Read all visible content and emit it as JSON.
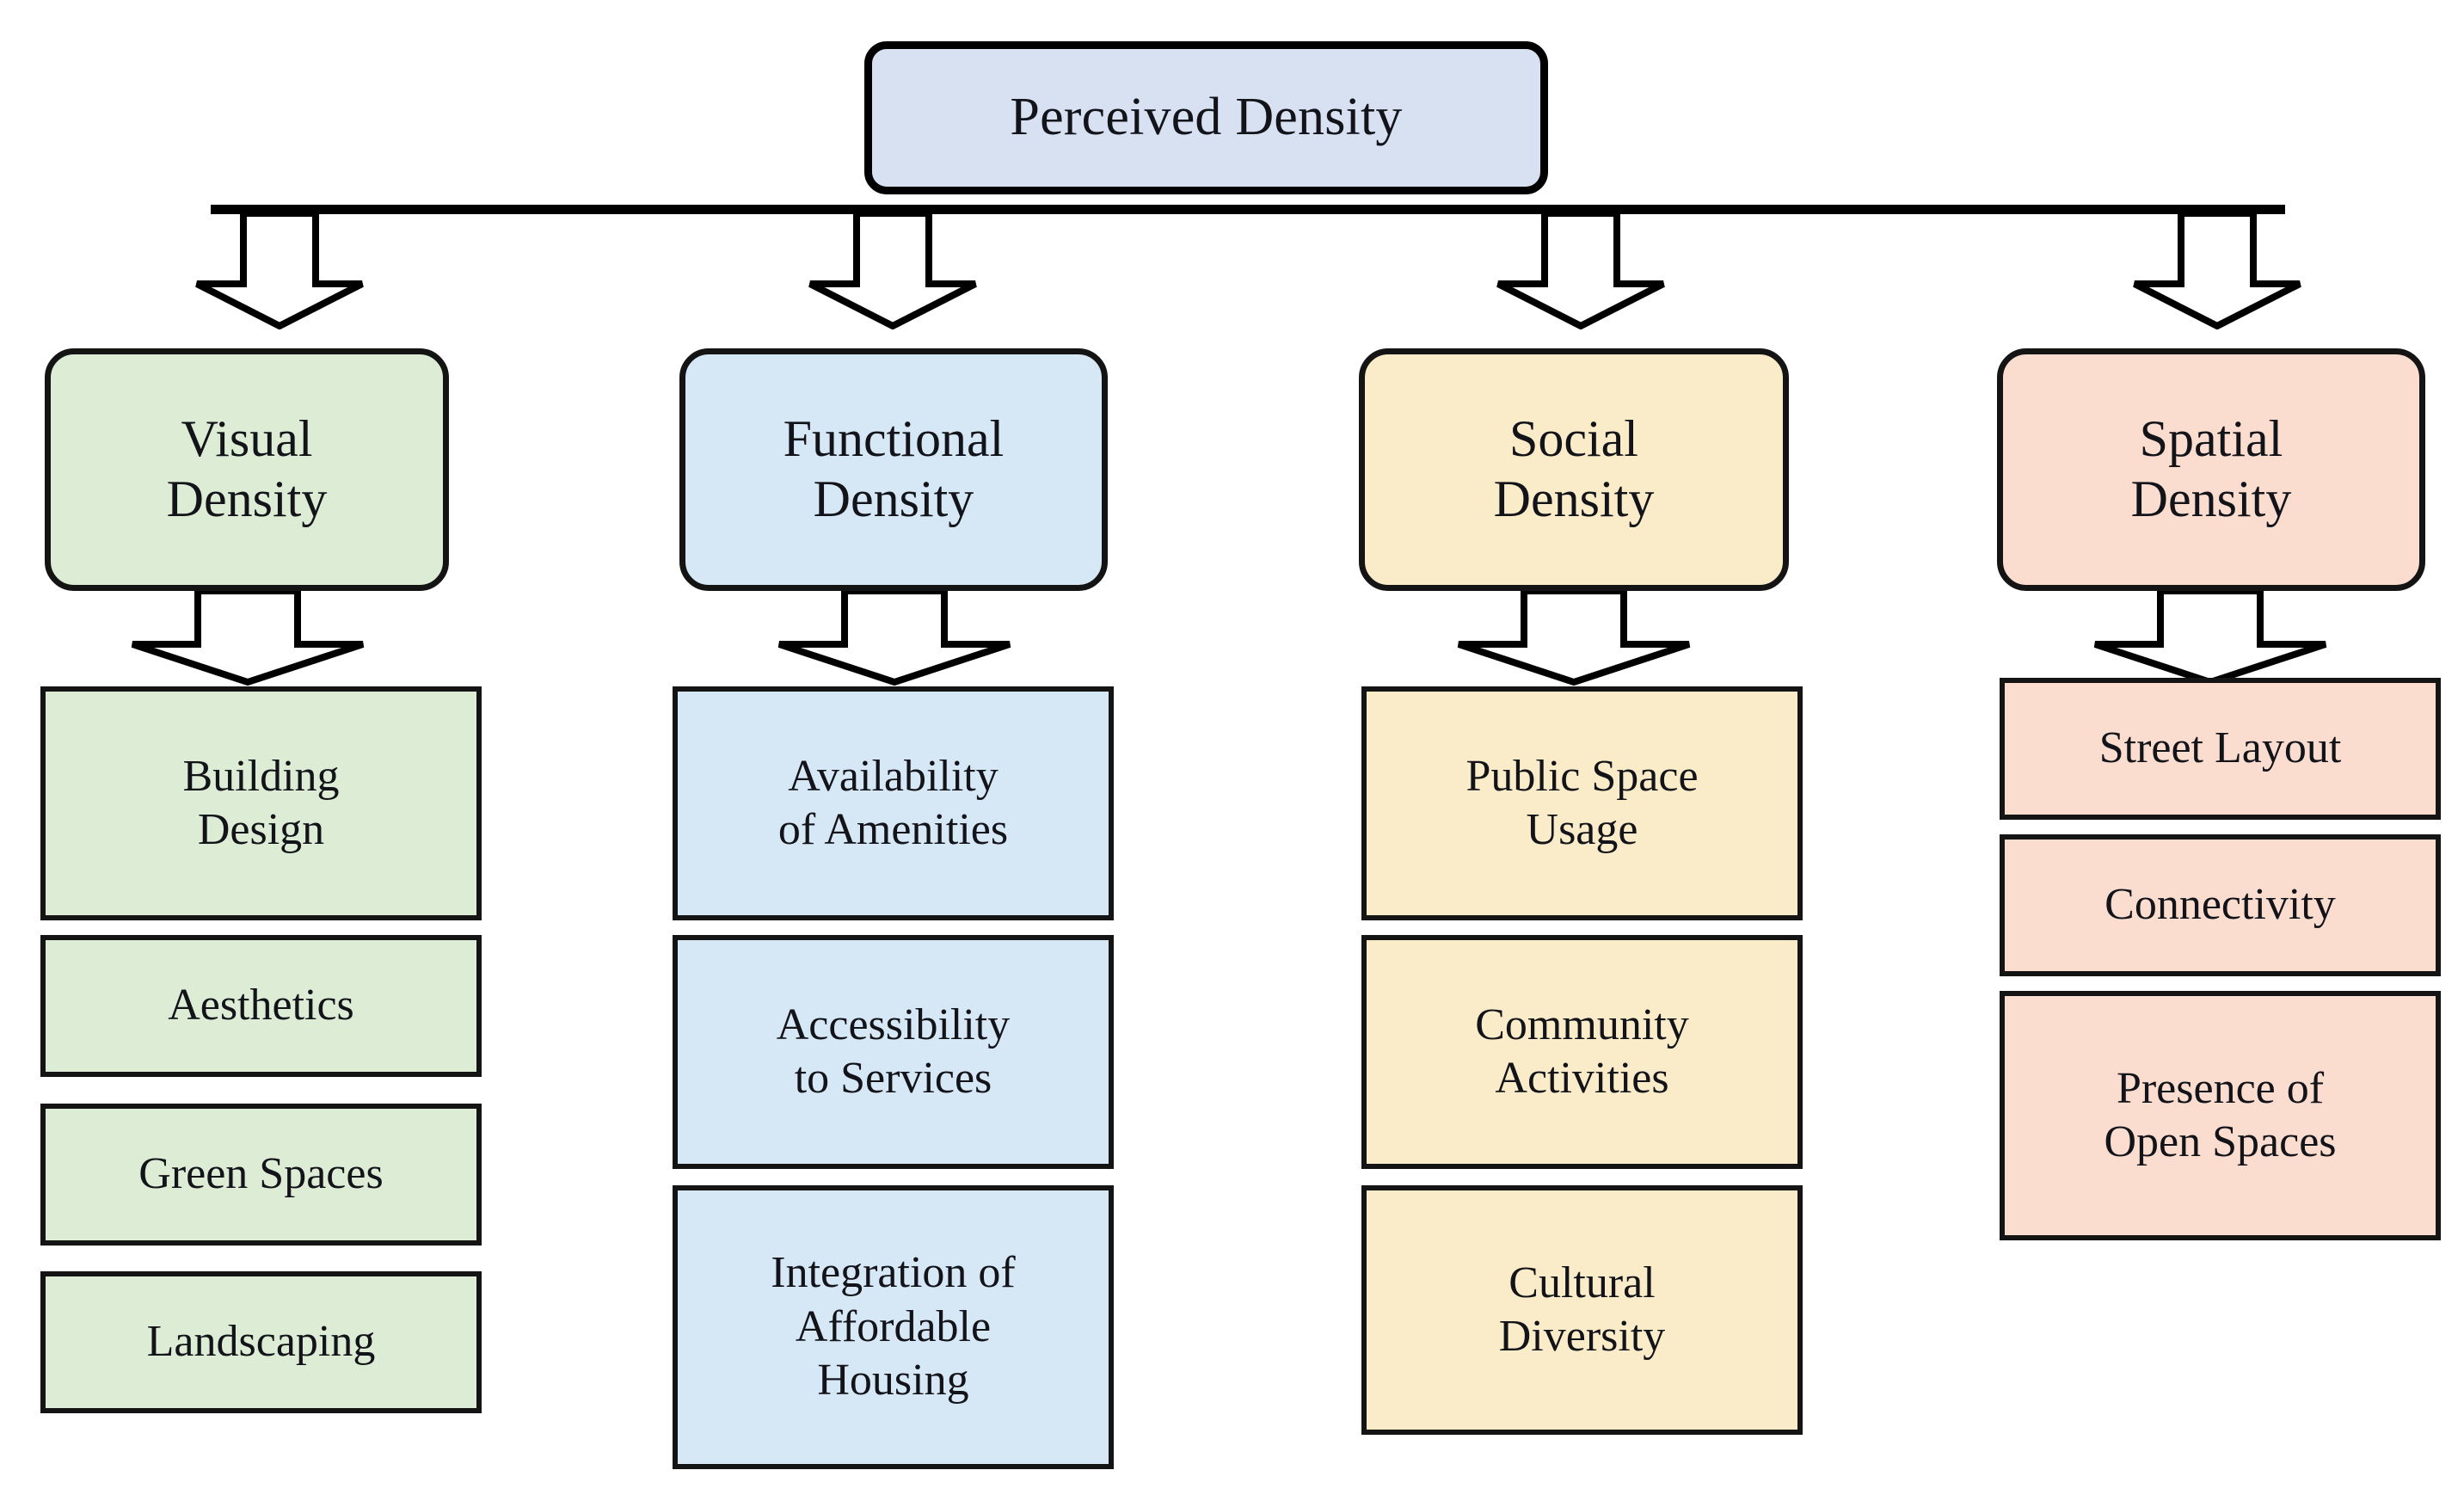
{
  "diagram": {
    "title": "Perceived Density",
    "type": "hierarchy-tree",
    "orientation": "top-down",
    "levels": 3,
    "colors": {
      "root_fill": "#d7e1f2",
      "visual_fill": "#dcecd5",
      "functional_fill": "#d6e7f5",
      "social_fill": "#faecc8",
      "spatial_fill": "#fbddd0",
      "border": "#141414",
      "arrow_fill": "#ffffff",
      "text": "#13131a",
      "background": "#ffffff"
    }
  },
  "root": {
    "label": "Perceived Density"
  },
  "branches": [
    {
      "id": "visual",
      "label": "Visual\nDensity",
      "label_flat": "Visual Density",
      "fill": "#dcecd5",
      "children": [
        {
          "label": "Building\nDesign",
          "label_flat": "Building Design"
        },
        {
          "label": "Aesthetics",
          "label_flat": "Aesthetics"
        },
        {
          "label": "Green Spaces",
          "label_flat": "Green Spaces"
        },
        {
          "label": "Landscaping",
          "label_flat": "Landscaping"
        }
      ]
    },
    {
      "id": "functional",
      "label": "Functional\nDensity",
      "label_flat": "Functional Density",
      "fill": "#d6e7f5",
      "children": [
        {
          "label": "Availability\nof Amenities",
          "label_flat": "Availability of Amenities"
        },
        {
          "label": "Accessibility\nto Services",
          "label_flat": "Accessibility to Services"
        },
        {
          "label": "Integration of\nAffordable\nHousing",
          "label_flat": "Integration of Affordable Housing"
        }
      ]
    },
    {
      "id": "social",
      "label": "Social\nDensity",
      "label_flat": "Social Density",
      "fill": "#faecc8",
      "children": [
        {
          "label": "Public Space\nUsage",
          "label_flat": "Public Space Usage"
        },
        {
          "label": "Community\nActivities",
          "label_flat": "Community Activities"
        },
        {
          "label": "Cultural\nDiversity",
          "label_flat": "Cultural Diversity"
        }
      ]
    },
    {
      "id": "spatial",
      "label": "Spatial\nDensity",
      "label_flat": "Spatial Density",
      "fill": "#fbddd0",
      "children": [
        {
          "label": "Street Layout",
          "label_flat": "Street Layout"
        },
        {
          "label": "Connectivity",
          "label_flat": "Connectivity"
        },
        {
          "label": "Presence of\nOpen Spaces",
          "label_flat": "Presence of Open Spaces"
        }
      ]
    }
  ]
}
